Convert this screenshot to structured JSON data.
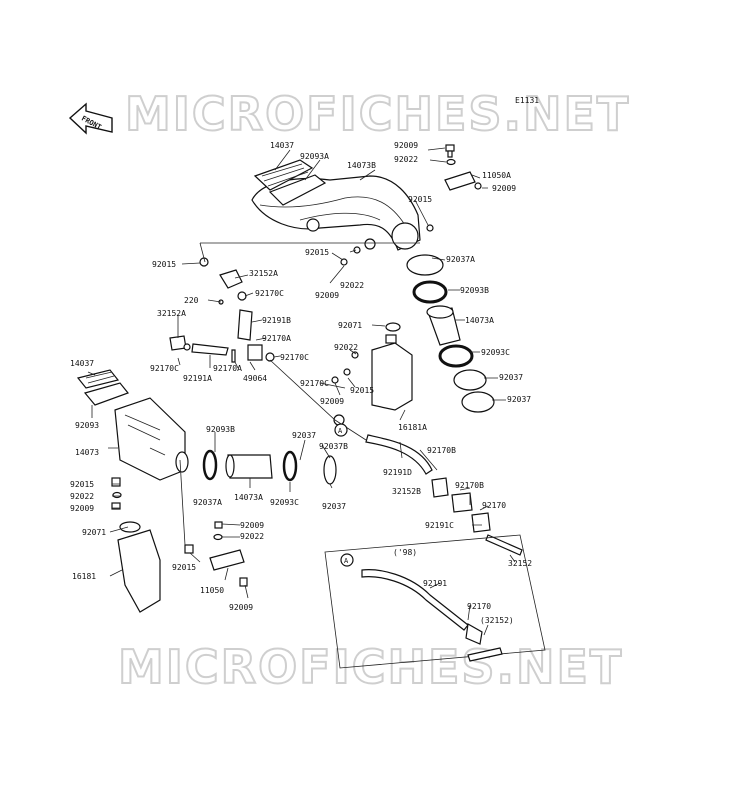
{
  "watermark": "MICROFICHES.NET",
  "diagram_id": "E1131",
  "front_label": "FRONT",
  "inset_year": "('98)",
  "labels": {
    "l14037a": "14037",
    "l92093a": "92093A",
    "l14073b": "14073B",
    "l92009a": "92009",
    "l92022a": "92022",
    "l11050a": "11050A",
    "l92009b": "92009",
    "l92015a": "92015",
    "l92015b": "92015",
    "l32152a": "32152A",
    "l92015c": "92015",
    "l92037a": "92037A",
    "l92022b": "92022",
    "l92009c": "92009",
    "l220": "220",
    "l92170c1": "92170C",
    "l92093b": "92093B",
    "l32152a2": "32152A",
    "l92191b": "92191B",
    "l92071a": "92071",
    "l14073a": "14073A",
    "l92170a1": "92170A",
    "l92022c": "92022",
    "l92093c": "92093C",
    "l92170c2": "92170C",
    "l92191a": "92191A",
    "l92170a2": "92170A",
    "l49064": "49064",
    "l92170c3": "92170C",
    "l14037b": "14037",
    "l92015d": "92015",
    "l92037b": "92037",
    "l92009d": "92009",
    "l92037c": "92037",
    "l92093": "92093",
    "l16181a": "16181A",
    "l14073": "14073",
    "l92093b2": "92093B",
    "l92037d": "92037",
    "l92037b2": "92037B",
    "l92170b1": "92170B",
    "l92191d": "92191D",
    "l92015e": "92015",
    "l92022d": "92022",
    "l92009e": "92009",
    "l92037a2": "92037A",
    "l14073a2": "14073A",
    "l92093c2": "92093C",
    "l92037e": "92037",
    "l32152b": "32152B",
    "l92170b2": "92170B",
    "l92170": "92170",
    "l92009f": "92009",
    "l92191c": "92191C",
    "l92071b": "92071",
    "l92022e": "92022",
    "l32152": "32152",
    "l92015f": "92015",
    "l16181": "16181",
    "l11050": "11050",
    "l92009g": "92009",
    "l92191": "92191",
    "l92170d": "92170",
    "l32152p": "(32152)"
  }
}
